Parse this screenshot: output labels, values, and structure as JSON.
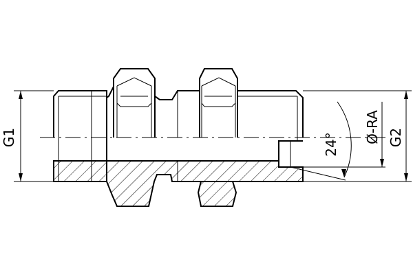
{
  "labels": {
    "g1": "G1",
    "g2": "G2",
    "angle": "24°",
    "diameter": "Ø-RA"
  },
  "colors": {
    "line": "#000000",
    "background": "#ffffff"
  }
}
